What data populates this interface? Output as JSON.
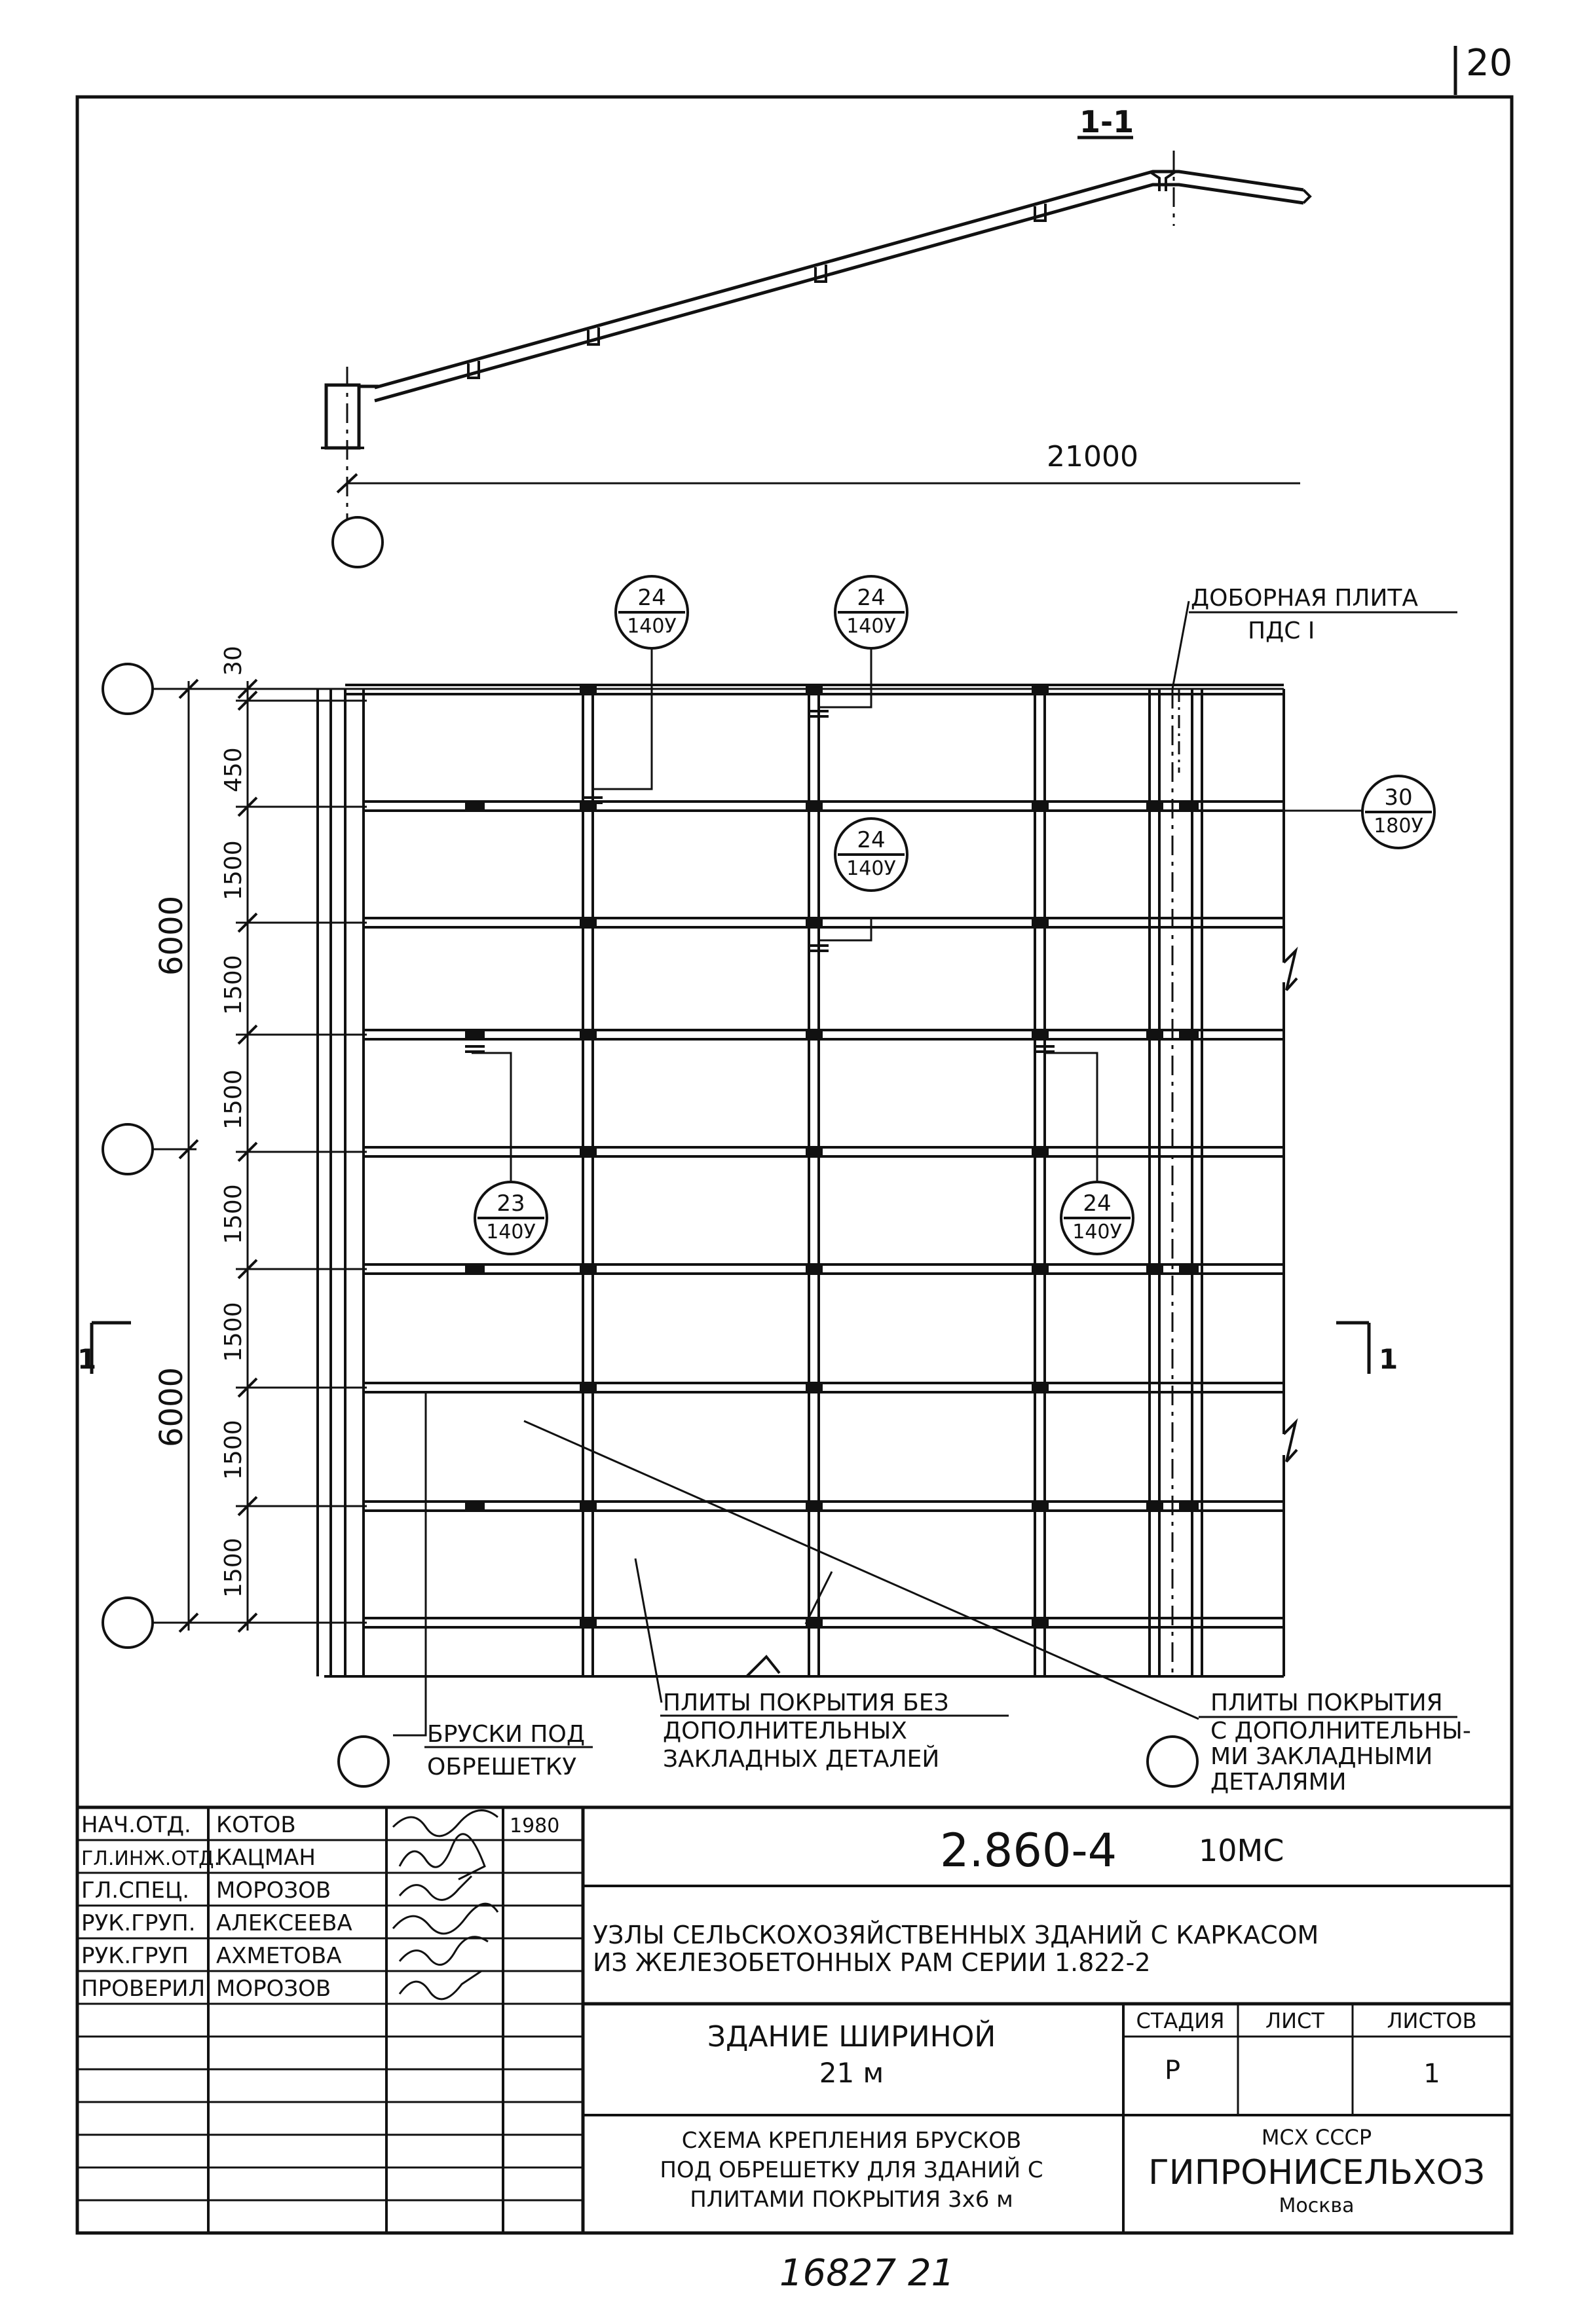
{
  "page_number": "20",
  "section_mark": "1-1",
  "span_label": "21000",
  "top_dims": [
    "30",
    "450",
    "1500",
    "1500",
    "1500",
    "1500",
    "1500",
    "1500",
    "1500"
  ],
  "total_dims": [
    "6000",
    "6000"
  ],
  "node_markers": [
    {
      "top": "24",
      "bottom": "140У"
    },
    {
      "top": "24",
      "bottom": "140У"
    },
    {
      "top": "24",
      "bottom": "140У"
    },
    {
      "top": "30",
      "bottom": "180У"
    },
    {
      "top": "23",
      "bottom": "140У"
    },
    {
      "top": "24",
      "bottom": "140У"
    }
  ],
  "callouts": {
    "dobornaya_1": "ДОБОРНАЯ ПЛИТА",
    "dobornaya_2": "ПДС I",
    "bruski_1": "БРУСКИ ПОД",
    "bruski_2": "ОБРЕШЕТКУ",
    "plity_bez_1": "ПЛИТЫ ПОКРЫТИЯ БЕЗ",
    "plity_bez_2": "ДОПОЛНИТЕЛЬНЫХ",
    "plity_bez_3": "ЗАКЛАДНЫХ ДЕТАЛЕЙ",
    "plity_s_1": "ПЛИТЫ ПОКРЫТИЯ",
    "plity_s_2": "С ДОПОЛНИТЕЛЬНЫ-",
    "plity_s_3": "МИ ЗАКЛАДНЫМИ",
    "plity_s_4": "ДЕТАЛЯМИ"
  },
  "section_cut": {
    "left": "1",
    "right": "1"
  },
  "title_block": {
    "staff": [
      {
        "role": "НАЧ.ОТД.",
        "name": "КОТОВ"
      },
      {
        "role": "ГЛ.ИНЖ.ОТД.",
        "name": "КАЦМАН"
      },
      {
        "role": "ГЛ.СПЕЦ.",
        "name": "МОРОЗОВ"
      },
      {
        "role": "РУК.ГРУП.",
        "name": "АЛЕКСЕЕВА"
      },
      {
        "role": "РУК.ГРУП",
        "name": "АХМЕТОВА"
      },
      {
        "role": "ПРОВЕРИЛ",
        "name": "МОРОЗОВ"
      }
    ],
    "year": "1980",
    "code": "2.860-4",
    "code_suffix": "10МС",
    "series_title_1": "УЗЛЫ СЕЛЬСКОХОЗЯЙСТВЕННЫХ ЗДАНИЙ С КАРКАСОМ",
    "series_title_2": "ИЗ ЖЕЛЕЗОБЕТОННЫХ РАМ СЕРИИ 1.822-2",
    "building_1": "ЗДАНИЕ ШИРИНОЙ",
    "building_2": "21 м",
    "stage_header": "СТАДИЯ",
    "sheet_header": "ЛИСТ",
    "sheets_header": "ЛИСТОВ",
    "stage_value": "Р",
    "sheet_value": "",
    "sheets_value": "1",
    "drawing_1": "СХЕМА КРЕПЛЕНИЯ БРУСКОВ",
    "drawing_2": "ПОД ОБРЕШЕТКУ ДЛЯ ЗДАНИЙ С",
    "drawing_3": "ПЛИТАМИ ПОКРЫТИЯ  3х6 м",
    "org_1": "МСХ СССР",
    "org_2": "ГИПРОНИСЕЛЬХОЗ",
    "org_3": "Москва"
  },
  "bottom_number": "16827   21"
}
